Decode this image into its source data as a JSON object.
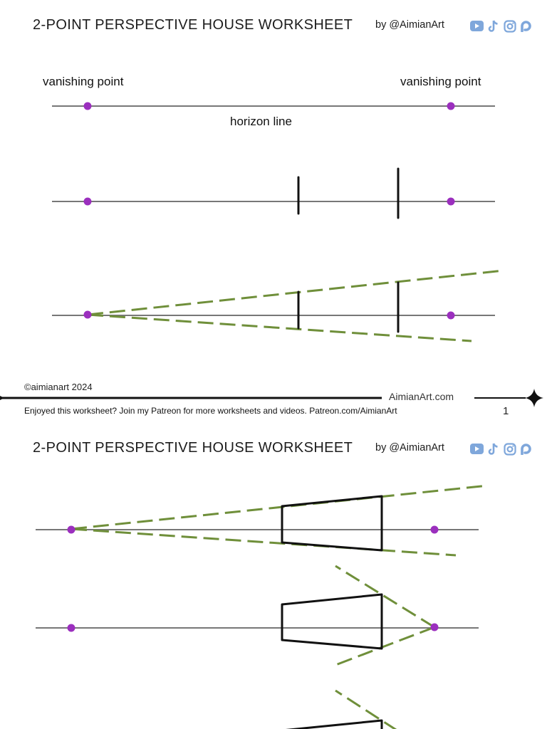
{
  "page1": {
    "title": "2-POINT PERSPECTIVE HOUSE WORKSHEET",
    "byline": "by @AimianArt",
    "social_icons": [
      "youtube-icon",
      "tiktok-icon",
      "instagram-icon",
      "patreon-icon"
    ],
    "vp_left_label": "vanishing point",
    "vp_right_label": "vanishing point",
    "horizon_label": "horizon line",
    "copyright": "©aimianart 2024",
    "site": "AimianArt.com",
    "footer_note": "Enjoyed this worksheet? Join my Patreon for more worksheets and videos. Patreon.com/AimianArt",
    "page_number": "1"
  },
  "page2": {
    "title": "2-POINT PERSPECTIVE HOUSE WORKSHEET",
    "byline": "by @AimianArt",
    "social_icons": [
      "youtube-icon",
      "tiktok-icon",
      "instagram-icon",
      "patreon-icon"
    ]
  },
  "colors": {
    "vanishing_point": "#9b2fbe",
    "guide_dash": "#6f8f3a",
    "horizon": "#777777",
    "ink": "#111111",
    "social_icon": "#7fa7db"
  }
}
